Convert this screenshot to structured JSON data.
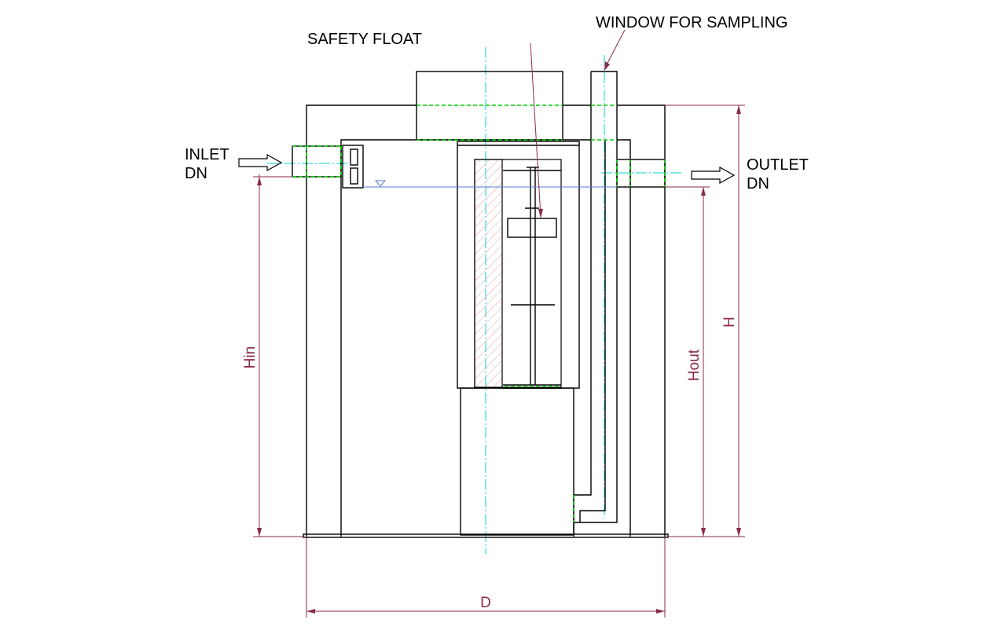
{
  "labels": {
    "safety_float": "SAFETY FLOAT",
    "window_for_sampling": "WINDOW FOR SAMPLING",
    "inlet_line1": "INLET",
    "inlet_line2": "DN",
    "outlet_line1": "OUTLET",
    "outlet_line2": "DN"
  },
  "dimensions": {
    "hin": "Hin",
    "hout": "Hout",
    "h": "H",
    "d": "D"
  },
  "colors": {
    "outline": "#000000",
    "dimension": "#8b2a4a",
    "hidden_edge": "#00cc00",
    "centerline": "#00d5d5",
    "water_level": "#5b7bd5",
    "hatch": "#e7a0a0"
  }
}
